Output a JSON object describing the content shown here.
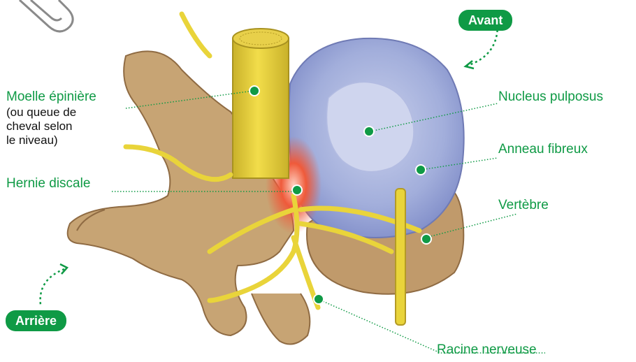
{
  "labels": {
    "moelle": "Moelle épinière",
    "moelle_note_1": "(ou queue de",
    "moelle_note_2": "cheval selon",
    "moelle_note_3": "le niveau)",
    "hernie": "Hernie discale",
    "nucleus": "Nucleus pulposus",
    "anneau": "Anneau fibreux",
    "vertebre": "Vertèbre",
    "racine": "Racine nerveuse"
  },
  "orientation": {
    "front": "Avant",
    "back": "Arrière"
  },
  "colors": {
    "accent": "#0f9a45",
    "bone": "#c8a577",
    "bone_dark": "#8f6b43",
    "disc": "#9aa6d6",
    "nerve": "#e9d43a",
    "hernia": "#e8402a"
  }
}
